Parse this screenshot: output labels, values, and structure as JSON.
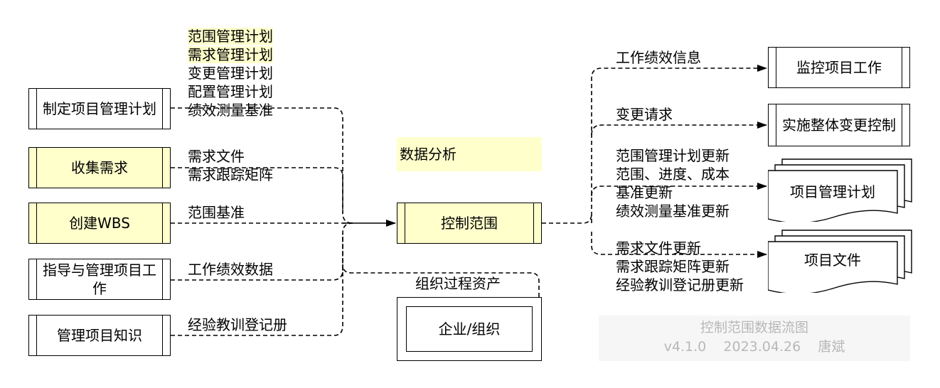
{
  "title": "控制范围数据流图",
  "version": "v4.1.0",
  "date": "2023.04.26",
  "author": "唐斌",
  "center_process": "控制范围",
  "tools_label": "数据分析",
  "inputs": [
    {
      "process": "制定项目管理计划",
      "outputs": [
        "范围管理计划",
        "需求管理计划",
        "变更管理计划",
        "配置管理计划",
        "绩效测量基准"
      ]
    },
    {
      "process": "收集需求",
      "outputs": [
        "需求文件",
        "需求跟踪矩阵"
      ]
    },
    {
      "process": "创建WBS",
      "outputs": [
        "范围基准"
      ]
    },
    {
      "process": "指导与管理项目工作",
      "outputs": [
        "工作绩效数据"
      ]
    },
    {
      "process": "管理项目知识",
      "outputs": [
        "经验教训登记册"
      ]
    }
  ],
  "org_assets": {
    "label": "组织过程资产",
    "source": "企业/组织"
  },
  "outputs": [
    {
      "label": "工作绩效信息",
      "target": "监控项目工作"
    },
    {
      "label": "变更请求",
      "target": "实施整体变更控制"
    },
    {
      "lines": [
        "范围管理计划更新",
        "范围、进度、成本",
        "基准更新",
        "绩效测量基准更新"
      ],
      "target": "项目管理计划"
    },
    {
      "lines": [
        "需求文件更新",
        "需求跟踪矩阵更新",
        "经验教训登记册更新"
      ],
      "target": "项目文件"
    }
  ],
  "colors": {
    "highlight": "#ffffcc",
    "line": "#000000",
    "watermark": "#b8b8b8"
  }
}
